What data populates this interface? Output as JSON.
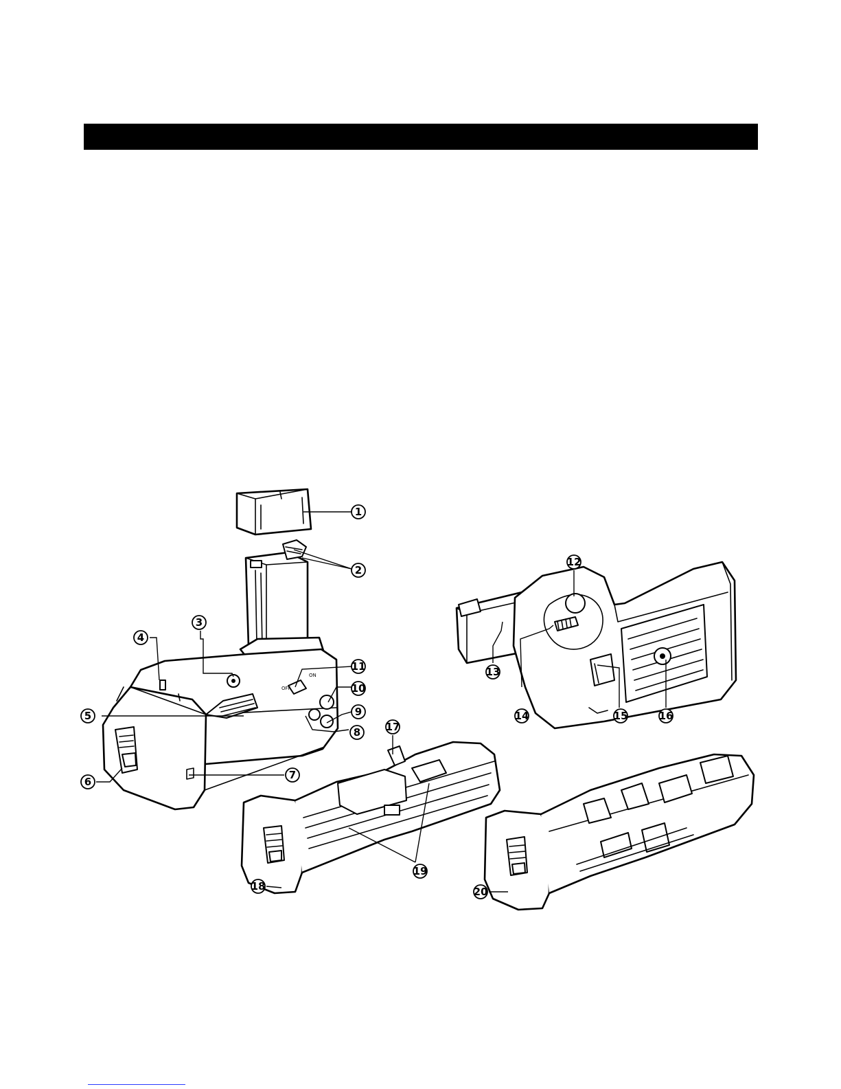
{
  "title_bar": {
    "color": "#000000"
  },
  "switch": {
    "off_label": "OFF",
    "on_label": "ON"
  },
  "callouts": [
    {
      "id": "1",
      "text": "1"
    },
    {
      "id": "2",
      "text": "2"
    },
    {
      "id": "3",
      "text": "3"
    },
    {
      "id": "4",
      "text": "4"
    },
    {
      "id": "5",
      "text": "5"
    },
    {
      "id": "6",
      "text": "6"
    },
    {
      "id": "7",
      "text": "7"
    },
    {
      "id": "8",
      "text": "8"
    },
    {
      "id": "9",
      "text": "9"
    },
    {
      "id": "10",
      "text": "10"
    },
    {
      "id": "11",
      "text": "11"
    },
    {
      "id": "12",
      "text": "12"
    },
    {
      "id": "13",
      "text": "13"
    },
    {
      "id": "14",
      "text": "14"
    },
    {
      "id": "15",
      "text": "15"
    },
    {
      "id": "16",
      "text": "16"
    },
    {
      "id": "17",
      "text": "17"
    },
    {
      "id": "18",
      "text": "18"
    },
    {
      "id": "19",
      "text": "19"
    },
    {
      "id": "20",
      "text": "20"
    }
  ]
}
